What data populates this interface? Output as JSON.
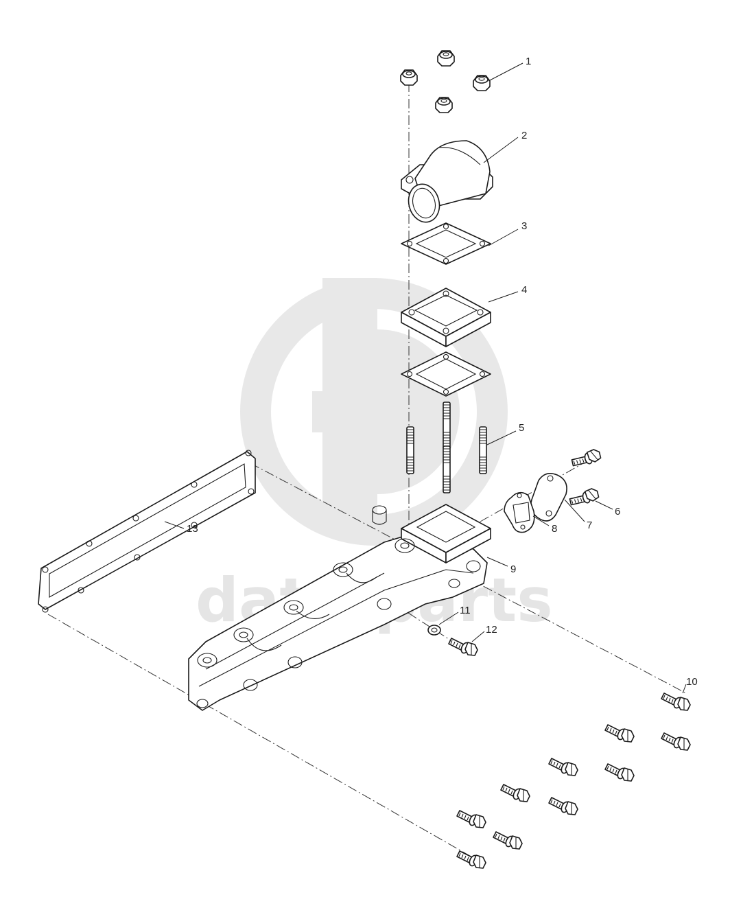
{
  "watermark": {
    "brand_text": "data-parts",
    "logo": "gp-logo-icon",
    "color": "#d4d4d4"
  },
  "callouts": [
    {
      "id": "callout-1",
      "label": "1"
    },
    {
      "id": "callout-2",
      "label": "2"
    },
    {
      "id": "callout-3",
      "label": "3"
    },
    {
      "id": "callout-4",
      "label": "4"
    },
    {
      "id": "callout-5",
      "label": "5"
    },
    {
      "id": "callout-6",
      "label": "6"
    },
    {
      "id": "callout-7",
      "label": "7"
    },
    {
      "id": "callout-8",
      "label": "8"
    },
    {
      "id": "callout-9",
      "label": "9"
    },
    {
      "id": "callout-10",
      "label": "10"
    },
    {
      "id": "callout-11",
      "label": "11"
    },
    {
      "id": "callout-12",
      "label": "12"
    },
    {
      "id": "callout-13",
      "label": "13"
    }
  ],
  "parts": [
    {
      "label": "1",
      "name": "flange-nut",
      "icon": "nut-icon"
    },
    {
      "label": "2",
      "name": "elbow-connector",
      "icon": "elbow-icon"
    },
    {
      "label": "3",
      "name": "gasket",
      "icon": "gasket-icon"
    },
    {
      "label": "4",
      "name": "spacer-flange",
      "icon": "spacer-icon"
    },
    {
      "label": "5",
      "name": "stud",
      "icon": "stud-icon"
    },
    {
      "label": "6",
      "name": "bolt",
      "icon": "bolt-icon"
    },
    {
      "label": "7",
      "name": "cover-plate",
      "icon": "plate-icon"
    },
    {
      "label": "8",
      "name": "cover-gasket",
      "icon": "gasket-icon"
    },
    {
      "label": "9",
      "name": "intake-manifold",
      "icon": "manifold-icon"
    },
    {
      "label": "10",
      "name": "manifold-bolt",
      "icon": "bolt-icon"
    },
    {
      "label": "11",
      "name": "washer",
      "icon": "washer-icon"
    },
    {
      "label": "12",
      "name": "plug-bolt",
      "icon": "bolt-icon"
    },
    {
      "label": "13",
      "name": "manifold-gasket",
      "icon": "gasket-icon"
    }
  ]
}
